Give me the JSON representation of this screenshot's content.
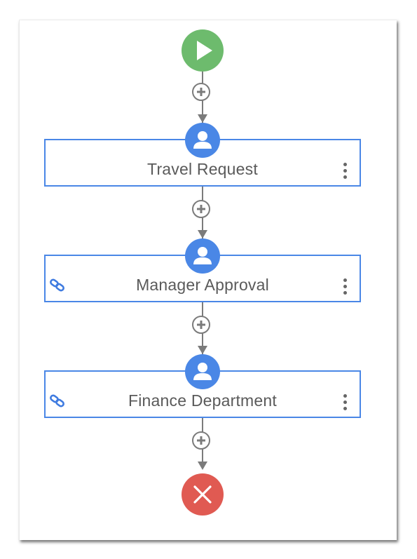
{
  "workflow": {
    "start": {
      "icon": "play-icon",
      "color": "#6dbb6d"
    },
    "end": {
      "icon": "close-icon",
      "color": "#e05a52"
    },
    "steps": [
      {
        "label": "Travel Request",
        "icon": "user-icon",
        "linked": false
      },
      {
        "label": "Manager Approval",
        "icon": "user-icon",
        "linked": true
      },
      {
        "label": "Finance Department",
        "icon": "user-icon",
        "linked": true
      }
    ],
    "add_icon": "plus-icon",
    "menu_icon": "kebab-menu-icon",
    "link_icon": "link-icon"
  },
  "colors": {
    "accent": "#4a87e6",
    "connector": "#7b7b7b",
    "label": "#5a5a5a"
  }
}
